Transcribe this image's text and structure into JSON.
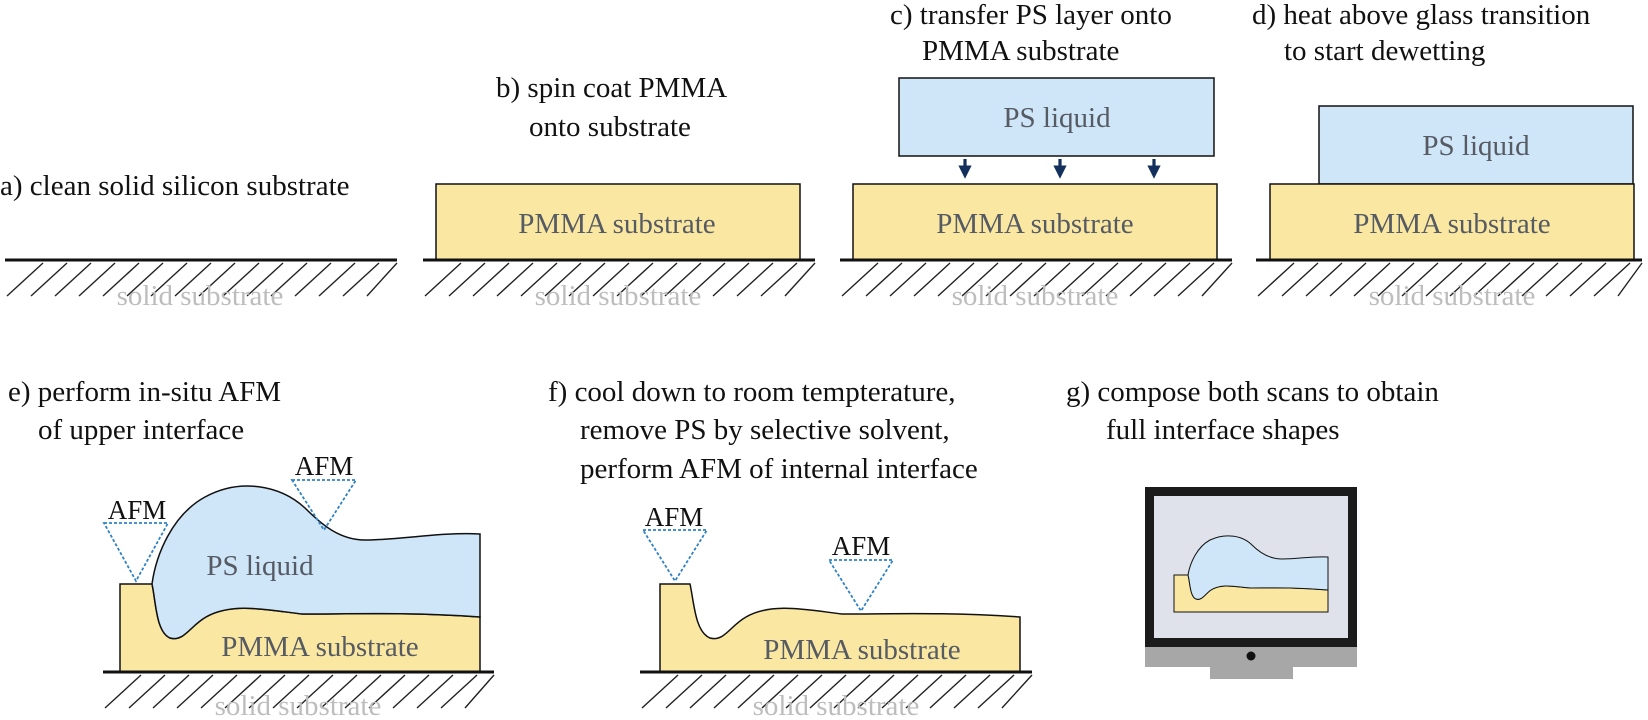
{
  "colors": {
    "pmma": "#fae8a2",
    "ps": "#cfe5f8",
    "arrow": "#132f5b",
    "substrate_text": "#bdbdbd",
    "label_text": "#555a63",
    "afm_tip": "#2f82c6",
    "monitor_frame": "#1b1b1b",
    "monitor_screen": "#dfe2ea",
    "monitor_stand": "#a7a7a7"
  },
  "panels": {
    "a": {
      "caption": [
        "a) clean solid silicon substrate"
      ],
      "substrate": "solid substrate"
    },
    "b": {
      "caption": [
        "b) spin coat PMMA",
        "onto substrate"
      ],
      "pmma": "PMMA substrate",
      "substrate": "solid substrate"
    },
    "c": {
      "caption": [
        "c) transfer PS layer onto",
        "PMMA substrate"
      ],
      "ps": "PS liquid",
      "pmma": "PMMA substrate",
      "substrate": "solid substrate"
    },
    "d": {
      "caption": [
        "d) heat above glass transition",
        "to start dewetting"
      ],
      "ps": "PS liquid",
      "pmma": "PMMA substrate",
      "substrate": "solid substrate"
    },
    "e": {
      "caption": [
        "e) perform in-situ AFM",
        "of upper interface"
      ],
      "afm_left": "AFM",
      "afm_right": "AFM",
      "ps": "PS liquid",
      "pmma": "PMMA substrate",
      "substrate": "solid substrate"
    },
    "f": {
      "caption": [
        "f) cool down to room tempterature,",
        "remove PS by selective solvent,",
        "perform AFM of internal interface"
      ],
      "afm_left": "AFM",
      "afm_right": "AFM",
      "pmma": "PMMA substrate",
      "substrate": "solid substrate"
    },
    "g": {
      "caption": [
        "g) compose both scans to obtain",
        "full interface shapes"
      ],
      "icon": "monitor-icon"
    }
  }
}
